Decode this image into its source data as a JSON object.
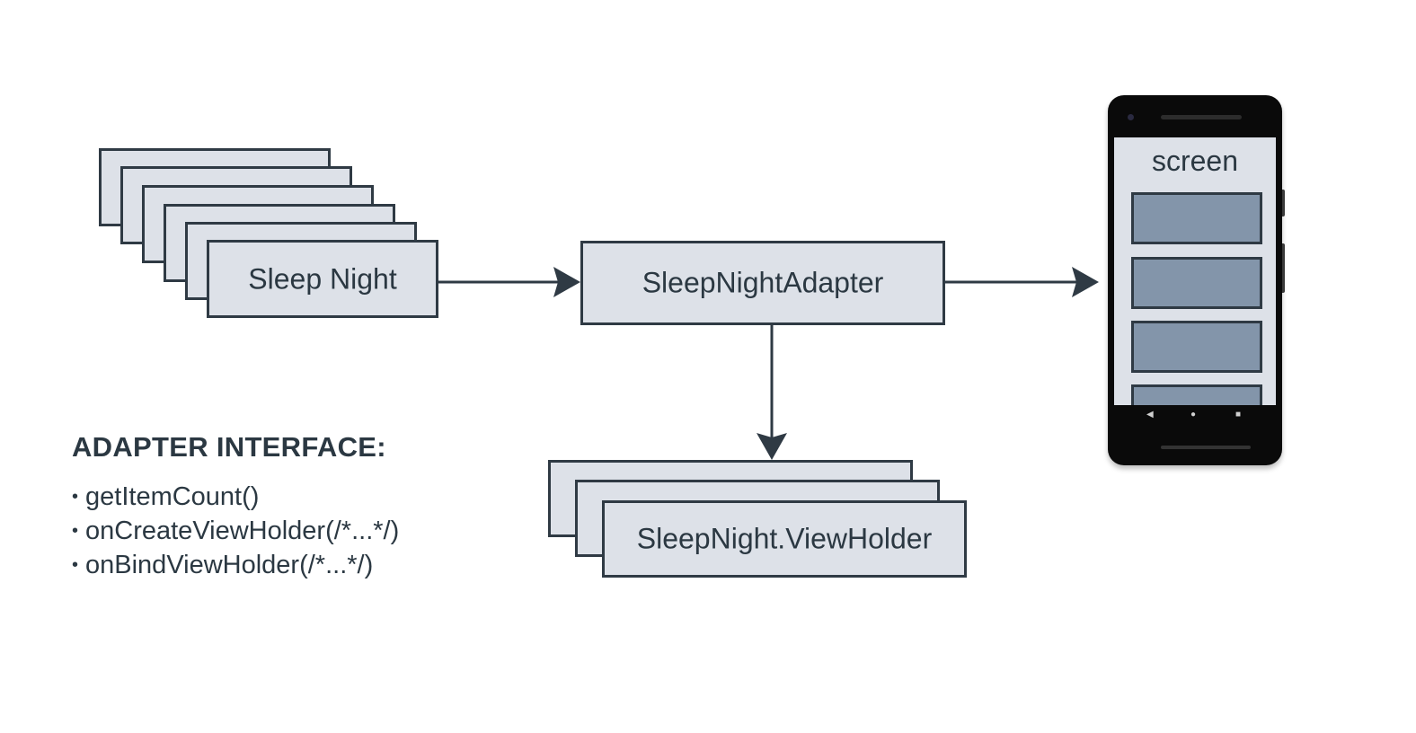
{
  "sleep_night_stack": {
    "label": "Sleep Night",
    "layer_count": 6
  },
  "adapter": {
    "label": "SleepNightAdapter"
  },
  "view_holder_stack": {
    "label": "SleepNight.ViewHolder",
    "layer_count": 3
  },
  "phone": {
    "screen_label": "screen",
    "row_count": 4
  },
  "interface": {
    "title": "ADAPTER INTERFACE:",
    "methods": [
      "getItemCount()",
      "onCreateViewHolder(/*...*/)",
      "onBindViewHolder(/*...*/)"
    ]
  },
  "colors": {
    "box_fill": "#dde1e8",
    "stroke": "#2f3a44",
    "screen_row_fill": "#8395aa",
    "phone_body": "#0a0a0a"
  }
}
